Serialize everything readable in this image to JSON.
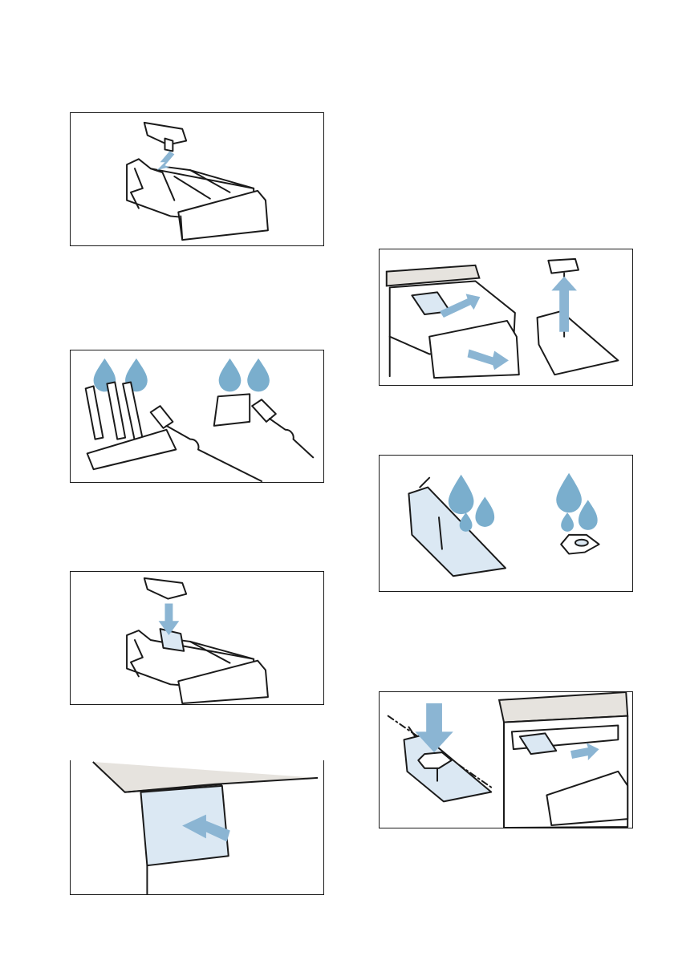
{
  "figures": [
    {
      "id": "remove-insert",
      "icons": [
        "drawer-icon",
        "insert-icon",
        "arrow-up-icon"
      ]
    },
    {
      "id": "clean-insert",
      "icons": [
        "water-drop-icon",
        "brush-icon"
      ]
    },
    {
      "id": "refit-insert",
      "icons": [
        "drawer-icon",
        "insert-icon",
        "arrow-down-icon"
      ]
    },
    {
      "id": "close-drawer",
      "icons": [
        "machine-panel-icon",
        "arrow-push-icon"
      ]
    },
    {
      "id": "remove-syphon-cap",
      "icons": [
        "drawer-icon",
        "arrow-pull-icon",
        "cap-icon"
      ]
    },
    {
      "id": "clean-syphon",
      "icons": [
        "water-drop-icon",
        "cap-icon"
      ]
    },
    {
      "id": "refit-syphon-cap",
      "icons": [
        "arrow-down-icon",
        "drawer-icon"
      ]
    }
  ],
  "colors": {
    "accent": "#8bb5d3",
    "water": "#7aaecd",
    "pale": "#dbe8f3",
    "line": "#1a1a1a"
  }
}
